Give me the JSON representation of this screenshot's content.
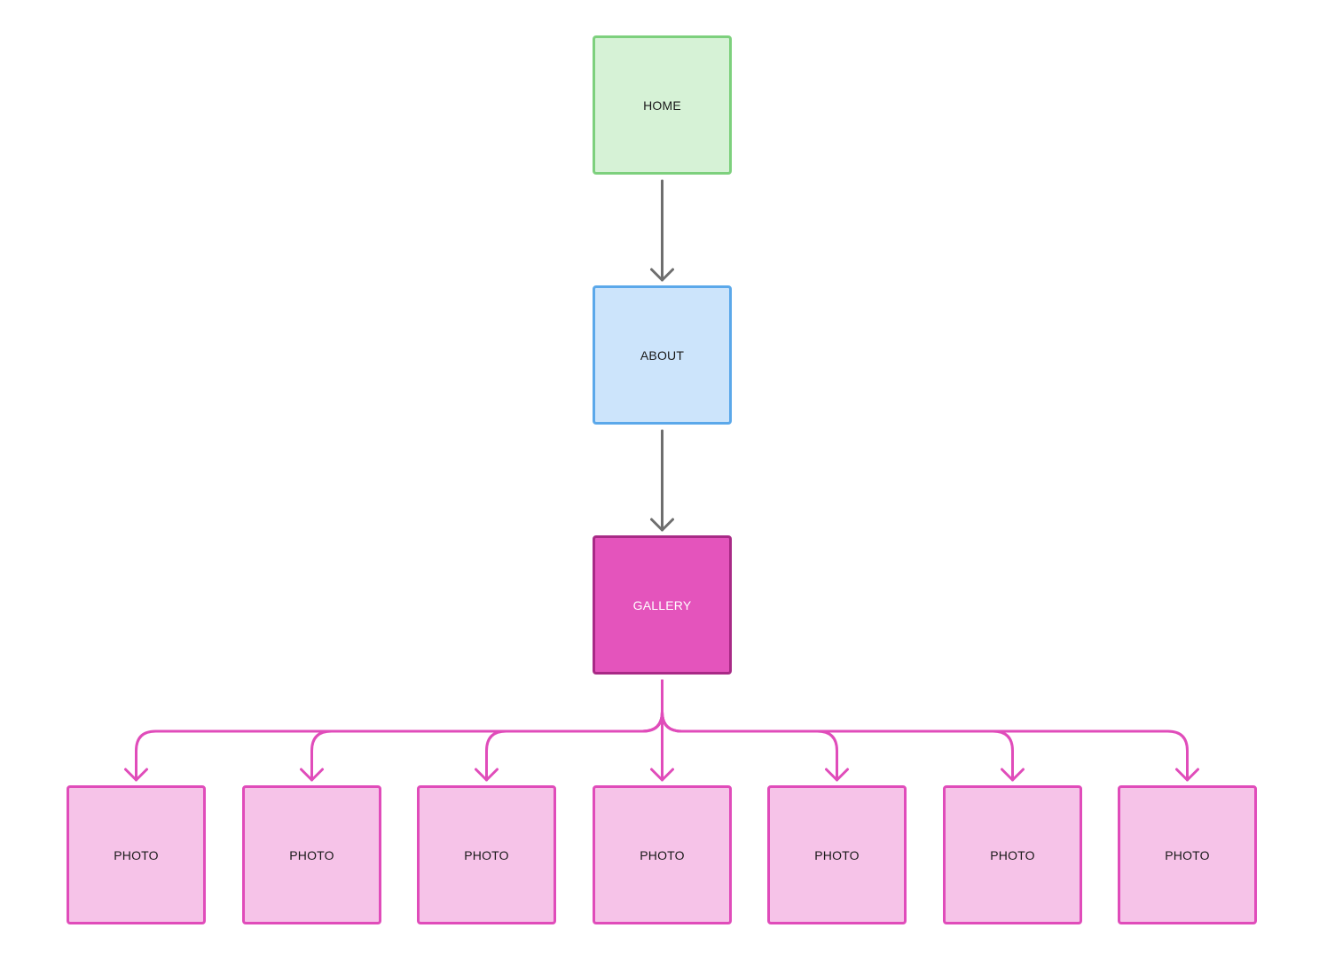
{
  "colors": {
    "home_fill": "#d6f2d6",
    "home_border": "#7dd07d",
    "about_fill": "#cce4fb",
    "about_border": "#5ba8ea",
    "gallery_fill": "#e454bc",
    "gallery_border": "#a82a86",
    "gallery_text": "#ffffff",
    "photo_fill": "#f6c3e8",
    "photo_border": "#e04cba",
    "gray_edge": "#6e6e6e",
    "pink_edge": "#e04cba"
  },
  "nodes": {
    "home": {
      "label": "HOME"
    },
    "about": {
      "label": "ABOUT"
    },
    "gallery": {
      "label": "GALLERY"
    },
    "photos": [
      {
        "label": "PHOTO"
      },
      {
        "label": "PHOTO"
      },
      {
        "label": "PHOTO"
      },
      {
        "label": "PHOTO"
      },
      {
        "label": "PHOTO"
      },
      {
        "label": "PHOTO"
      },
      {
        "label": "PHOTO"
      }
    ]
  },
  "edges": [
    {
      "from": "home",
      "to": "about"
    },
    {
      "from": "about",
      "to": "gallery"
    },
    {
      "from": "gallery",
      "to": "photo-1"
    },
    {
      "from": "gallery",
      "to": "photo-2"
    },
    {
      "from": "gallery",
      "to": "photo-3"
    },
    {
      "from": "gallery",
      "to": "photo-4"
    },
    {
      "from": "gallery",
      "to": "photo-5"
    },
    {
      "from": "gallery",
      "to": "photo-6"
    },
    {
      "from": "gallery",
      "to": "photo-7"
    }
  ]
}
